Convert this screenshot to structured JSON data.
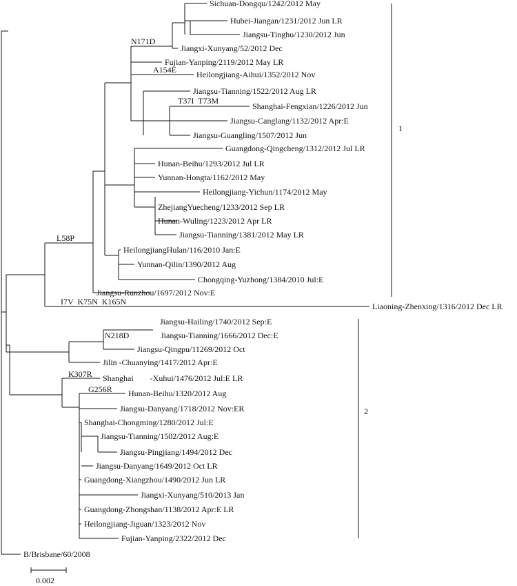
{
  "leaves": [
    "Sichuan-Dongqu/1242/2012 May",
    "Hubei-Jiangan/1231/2012 Jun LR",
    "Jiangsu-Tinghu/1230/2012 Jun",
    "Jiangxi-Xunyang/52/2012 Dec",
    "Fujian-Yanping/2119/2012 May LR",
    "Heilongjiang-Aihui/1352/2012 Nov",
    "Jiangsu-Tianning/1522/2012 Aug LR",
    "Shanghai-Fengxian/1226/2012 Jun",
    "Jiangsu-Canglang/1132/2012 Apr:E",
    "Jiangsu-Guangling/1507/2012 Jun",
    "Guangdong-Qingcheng/1312/2012 Jul LR",
    "Hunan-Beihu/1293/2012 Jul LR",
    "Yunnan-Hongta/1162/2012 May",
    "Heilongjiang-Yichun/1174/2012 May",
    "ZhejiangYuecheng/1233/2012 Sep LR",
    "Hunan-Wuling/1223/2012 Apr LR",
    "Jiangsu-Tianning/1381/2012 May LR",
    "HeilongjiangHulan/116/2010 Jan:E",
    "Yunnan-Qilin/1390/2012 Aug",
    "Chongqing-Yuzhong/1384/2010 Jul:E",
    "Jiangsu-Runzhou/1697/2012 Nov:E",
    "Liaoning-Zhenxing/1316/2012 Dec LR",
    "Jiangsu-Hailing/1740/2012 Sep:E",
    "Jiangsu-Tianning/1666/2012 Dec:E",
    "Jiangsu-Qingpu/11269/2012 Oct",
    "Jilin -Chuanying/1417/2012 Apr:E",
    "Shanghai        -Xuhui/1476/2012 Jul:E LR",
    "Hunan-Beihu/1320/2012 Aug",
    "Jiangsu-Danyang/1718/2012 Nov:ER",
    "Shanghai-Chongming/1280/2012 Jul:E",
    "Jiangsu-Tianning/1502/2012 Aug:E",
    "Jiangsu-Pingjiang/1494/2012 Dec",
    "Jiangsu-Danyang/1649/2012 Oct LR",
    "Guangdong-Xiangzhou/1490/2012 Jun LR",
    "Jiangxi-Xunyang/510/2013 Jan",
    "Guangdong-Zhongshan/1138/2012 Apr:E LR",
    "Heilongjiang-Jiguan/1323/2012 Nov",
    "Fujian-Yanping/2322/2012 Dec",
    "B/Brisbane/60/2008"
  ],
  "mutations": [
    "N171D",
    "A154E",
    "T37I  T73M",
    "L58P",
    "I7V  K75N  K165N",
    "N218D",
    "K307R",
    "G256R"
  ],
  "clades": [
    "1",
    "2"
  ],
  "scale": {
    "label": "0.002"
  }
}
